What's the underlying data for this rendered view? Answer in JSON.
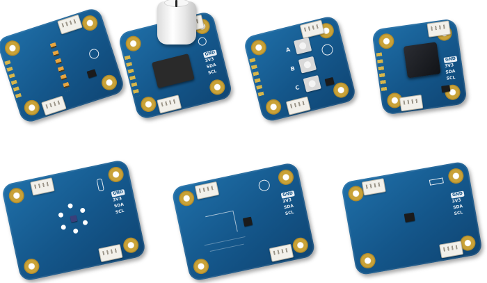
{
  "pin_labels": [
    "GND",
    "3V3",
    "SDA",
    "SCL"
  ],
  "button_letters": [
    "A",
    "B",
    "C"
  ],
  "colors": {
    "pcb": "#14568a",
    "gold": "#c9a238",
    "silkscreen": "#e8eef4",
    "connector": "#f2f0ea",
    "background": "#ffffff"
  }
}
